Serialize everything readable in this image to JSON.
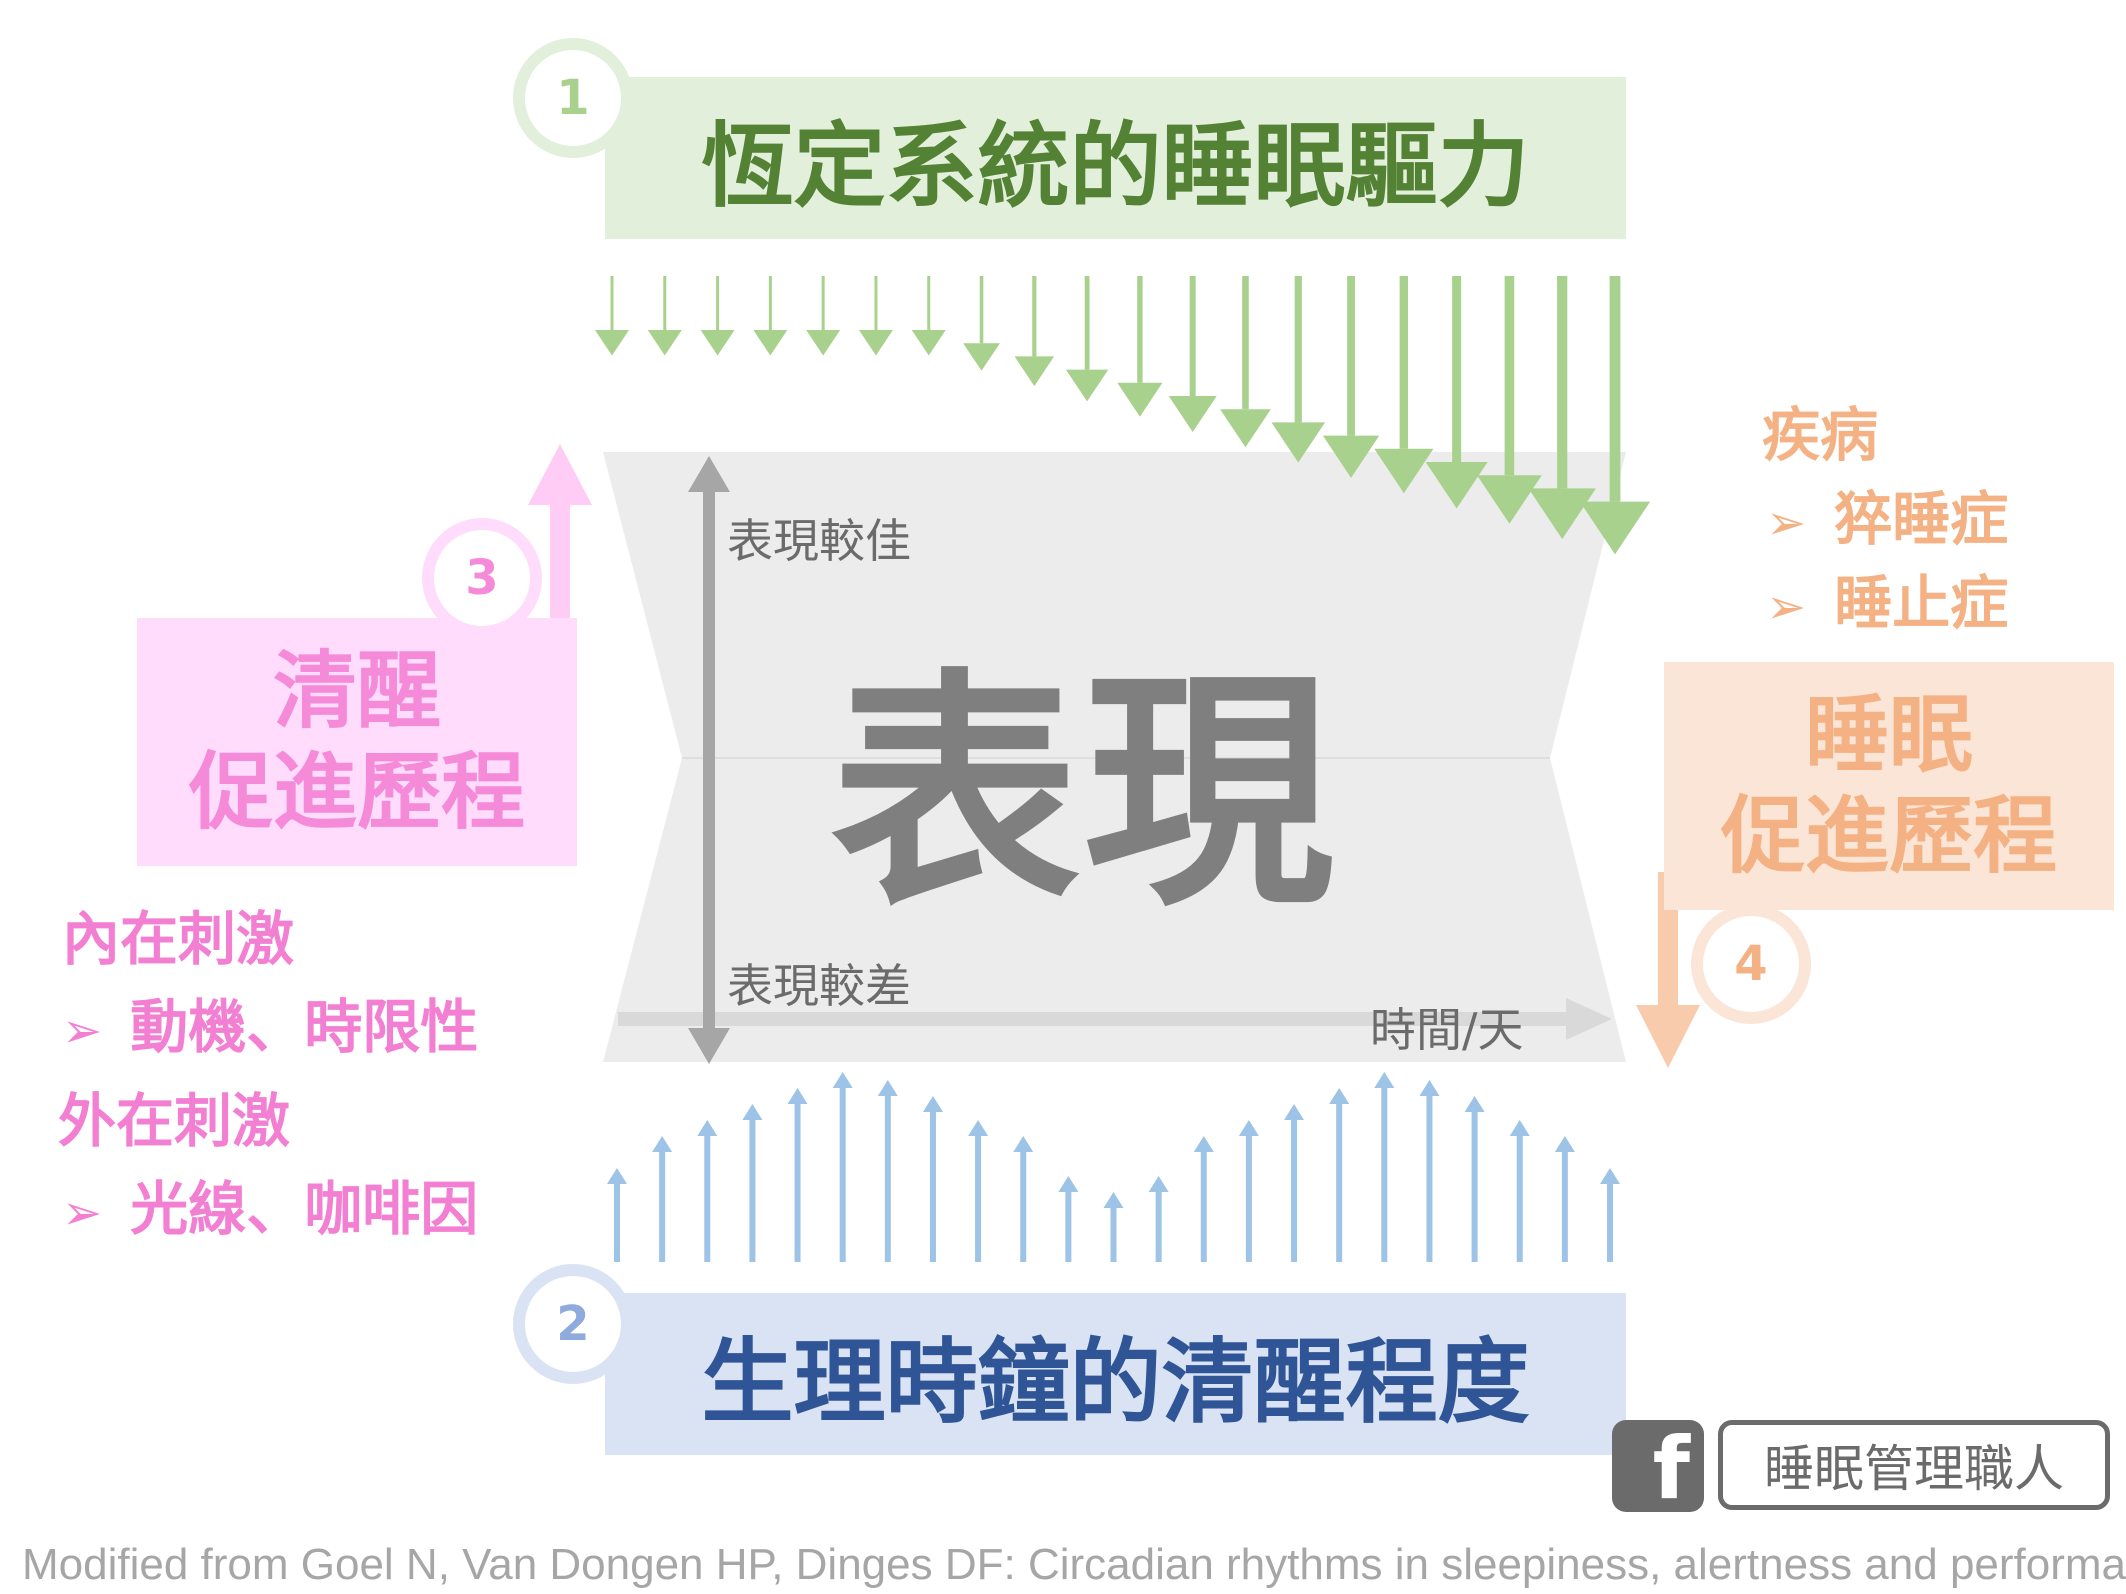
{
  "homeostatic": {
    "number": "1",
    "title": "恆定系統的睡眠驅力",
    "arrow_strength": [
      1,
      1,
      1,
      1,
      1,
      1,
      1,
      1.2,
      1.4,
      1.6,
      1.8,
      2.0,
      2.2,
      2.4,
      2.6,
      2.8,
      3.0,
      3.2,
      3.4,
      3.6
    ],
    "color": "#a9d18e"
  },
  "circadian": {
    "number": "2",
    "title": "生理時鐘的清醒程度",
    "arrow_strength": [
      0.4,
      0.6,
      0.7,
      0.8,
      0.9,
      1.0,
      0.95,
      0.85,
      0.7,
      0.6,
      0.35,
      0.25,
      0.35,
      0.6,
      0.7,
      0.8,
      0.9,
      1.0,
      0.95,
      0.85,
      0.7,
      0.6,
      0.4
    ],
    "color": "#9dc3e6"
  },
  "wake_process": {
    "number": "3",
    "line1": "清醒",
    "line2": "促進歷程",
    "color": "#f58bd8"
  },
  "sleep_process": {
    "number": "4",
    "line1": "睡眠",
    "line2": "促進歷程",
    "color": "#f4b183"
  },
  "internal_stimuli": {
    "heading": "內在刺激",
    "bullet": "➢",
    "item": "動機、時限性"
  },
  "external_stimuli": {
    "heading": "外在刺激",
    "bullet": "➢",
    "item": "光線、咖啡因"
  },
  "illness": {
    "heading": "疾病",
    "bullet": "➢",
    "items": [
      "猝睡症",
      "睡止症"
    ]
  },
  "performance": {
    "title": "表現",
    "better_label": "表現較佳",
    "worse_label": "表現較差",
    "time_label": "時間/天"
  },
  "social": {
    "icon": "facebook-icon",
    "icon_glyph": "f",
    "page_name": "睡眠管理職人"
  },
  "credit": "Modified from Goel N, Van Dongen HP, Dinges DF: Circadian rhythms in sleepiness, alertness and performance."
}
